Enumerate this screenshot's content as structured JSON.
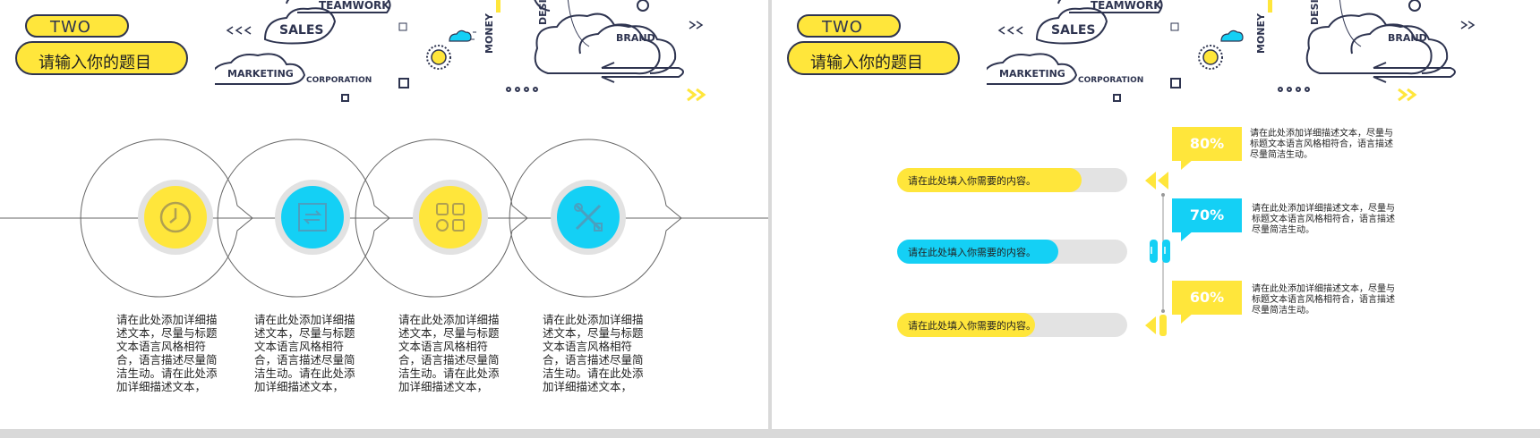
{
  "slide_left": {
    "tag": "TWO",
    "title": "请输入你的题目",
    "deco": {
      "teamwork": "TEAMWORK",
      "sales": "SALES",
      "marketing": "MARKETING",
      "corporation": "CORPORATION",
      "money": "MONEY",
      "design": "DESI",
      "brand": "BRAND"
    },
    "steps": [
      {
        "icon": "clock-icon",
        "color": "#ffe63b",
        "text": "请在此处添加详细描述文本，尽量与标题文本语言风格相符合，语言描述尽量简洁生动。请在此处添加详细描述文本，"
      },
      {
        "icon": "exchange-icon",
        "color": "#14d0f5",
        "text": "请在此处添加详细描述文本，尽量与标题文本语言风格相符合，语言描述尽量简洁生动。请在此处添加详细描述文本，"
      },
      {
        "icon": "grid-icon",
        "color": "#ffe63b",
        "text": "请在此处添加详细描述文本，尽量与标题文本语言风格相符合，语言描述尽量简洁生动。请在此处添加详细描述文本，"
      },
      {
        "icon": "tools-icon",
        "color": "#14d0f5",
        "text": "请在此处添加详细描述文本，尽量与标题文本语言风格相符合，语言描述尽量简洁生动。请在此处添加详细描述文本，"
      }
    ]
  },
  "slide_right": {
    "tag": "TWO",
    "title": "请输入你的题目",
    "deco": {
      "teamwork": "TEAMWORK",
      "sales": "SALES",
      "marketing": "MARKETING",
      "corporation": "CORPORATION",
      "money": "MONEY",
      "design": "DESI",
      "brand": "BRAND"
    },
    "bars": [
      {
        "label": "请在此处填入你需要的内容。",
        "value": 80,
        "percent": "80%",
        "color": "#ffe63b",
        "desc": "请在此处添加详细描述文本，尽量与标题文本语言风格相符合，语言描述尽量简洁生动。"
      },
      {
        "label": "请在此处填入你需要的内容。",
        "value": 70,
        "percent": "70%",
        "color": "#14d0f5",
        "desc": "请在此处添加详细描述文本，尽量与标题文本语言风格相符合，语言描述尽量简洁生动。"
      },
      {
        "label": "请在此处填入你需要的内容。",
        "value": 60,
        "percent": "60%",
        "color": "#ffe63b",
        "desc": "请在此处添加详细描述文本，尽量与标题文本语言风格相符合，语言描述尽量简洁生动。"
      }
    ]
  },
  "colors": {
    "yellow": "#ffe63b",
    "cyan": "#14d0f5",
    "navy": "#2e3450"
  }
}
